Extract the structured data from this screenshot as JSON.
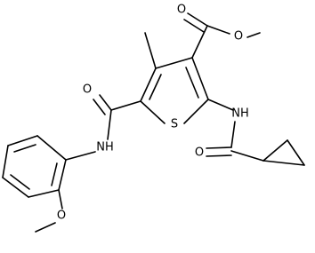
{
  "molecule": {
    "atom_labels": {
      "ester_carbonyl_o": "O",
      "ester_ether_o": "O",
      "thiophene_s": "S",
      "amide_carbonyl_o": "O",
      "amide_nh": "NH",
      "cyclopropyl_nh": "NH",
      "cyclopropyl_carbonyl_o": "O",
      "methoxy_o": "O"
    }
  }
}
